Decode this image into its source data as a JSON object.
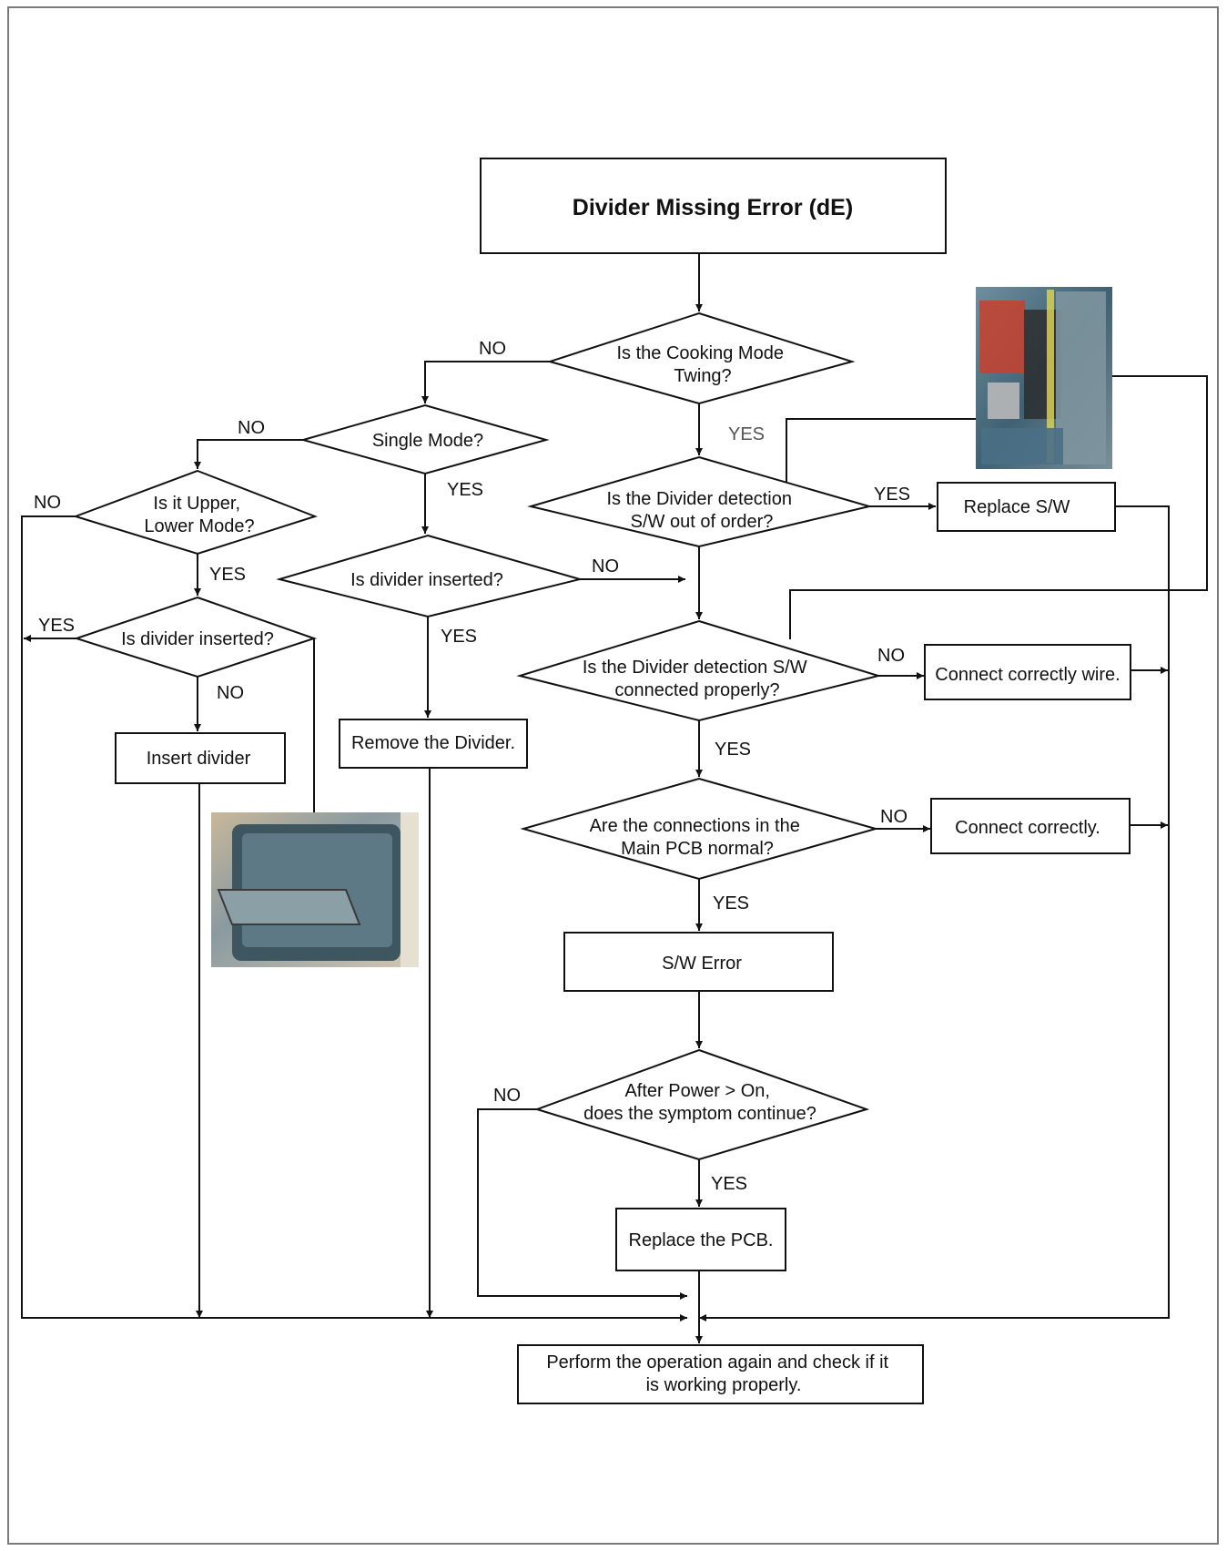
{
  "title": "Divider Missing Error (dE)",
  "decisions": {
    "cooking_mode": [
      "Is the Cooking Mode",
      "Twing?"
    ],
    "single_mode": [
      "Single Mode?"
    ],
    "upper_lower": [
      "Is it Upper,",
      "Lower Mode?"
    ],
    "divider_inserted_single": [
      "Is divider inserted?"
    ],
    "divider_inserted_ul": [
      "Is divider inserted?"
    ],
    "sw_out_of_order": [
      "Is the Divider detection",
      "S/W out of order?"
    ],
    "sw_connected": [
      "Is the Divider detection S/W",
      "connected properly?"
    ],
    "pcb_connections": [
      "Are the connections in the",
      "Main PCB normal?"
    ],
    "power_on": [
      "After Power > On,",
      "does the symptom continue?"
    ]
  },
  "actions": {
    "replace_sw": [
      "Replace S/W"
    ],
    "connect_wire": [
      "Connect correctly wire."
    ],
    "connect_correctly": [
      "Connect correctly."
    ],
    "insert_divider": [
      "Insert divider"
    ],
    "remove_divider": [
      "Remove the Divider."
    ],
    "sw_error": [
      "S/W Error"
    ],
    "replace_pcb": [
      "Replace the PCB."
    ],
    "perform_again": [
      "Perform the operation again and check if it",
      "is working properly."
    ]
  },
  "labels": {
    "yes": "YES",
    "no": "NO"
  },
  "colors": {
    "line": "#111111",
    "frame": "#7a7a7a"
  }
}
